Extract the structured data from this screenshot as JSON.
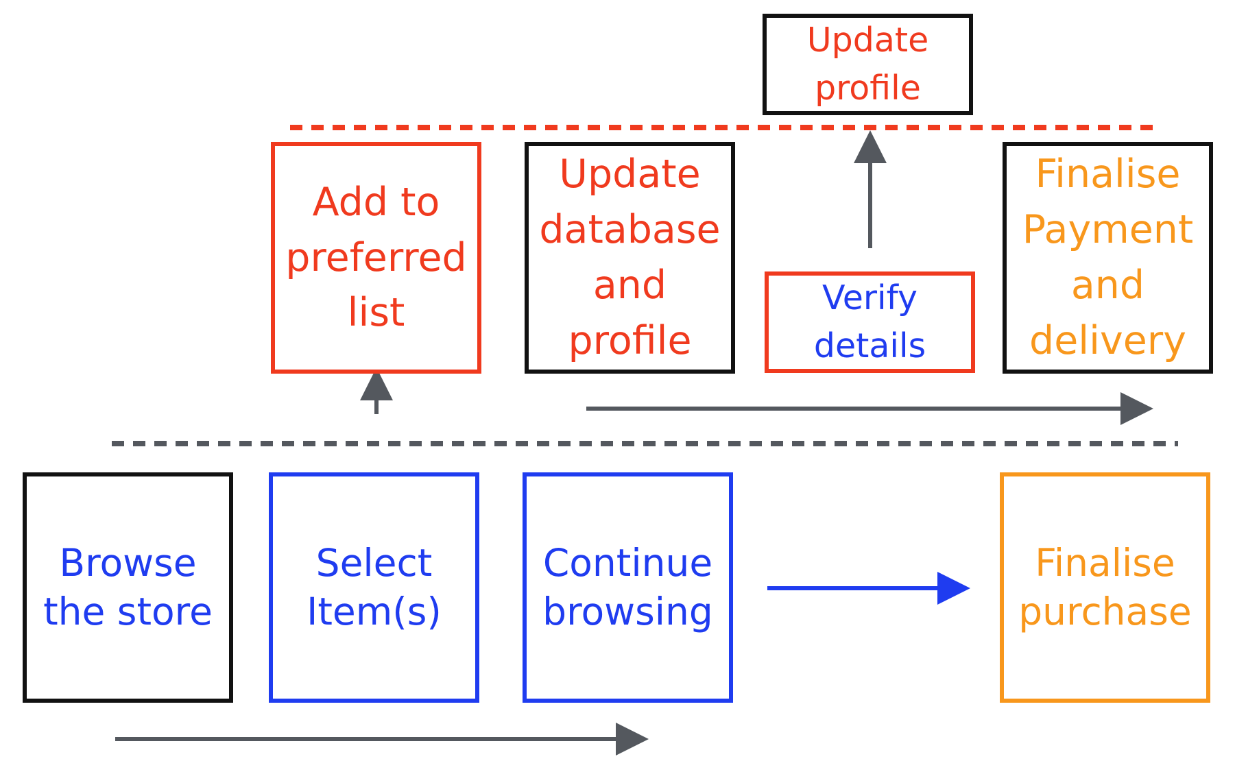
{
  "colors": {
    "black": "#111111",
    "blue": "#1f3cf0",
    "red": "#f03a1e",
    "orange": "#f8971c",
    "gray": "#54585e"
  },
  "bottom_lane": {
    "browse_store": "Browse\nthe store",
    "select_items": "Select\nItem(s)",
    "continue_browsing": "Continue\nbrowsing",
    "finalise_purchase": "Finalise\npurchase"
  },
  "middle_lane": {
    "add_preferred_list": "Add to\npreferred\nlist",
    "update_database": "Update\ndatabase\nand\nprofile",
    "verify_details": "Verify\ndetails",
    "finalise_payment": "Finalise\nPayment\nand\ndelivery"
  },
  "top_lane": {
    "update_profile": "Update\nprofile"
  }
}
